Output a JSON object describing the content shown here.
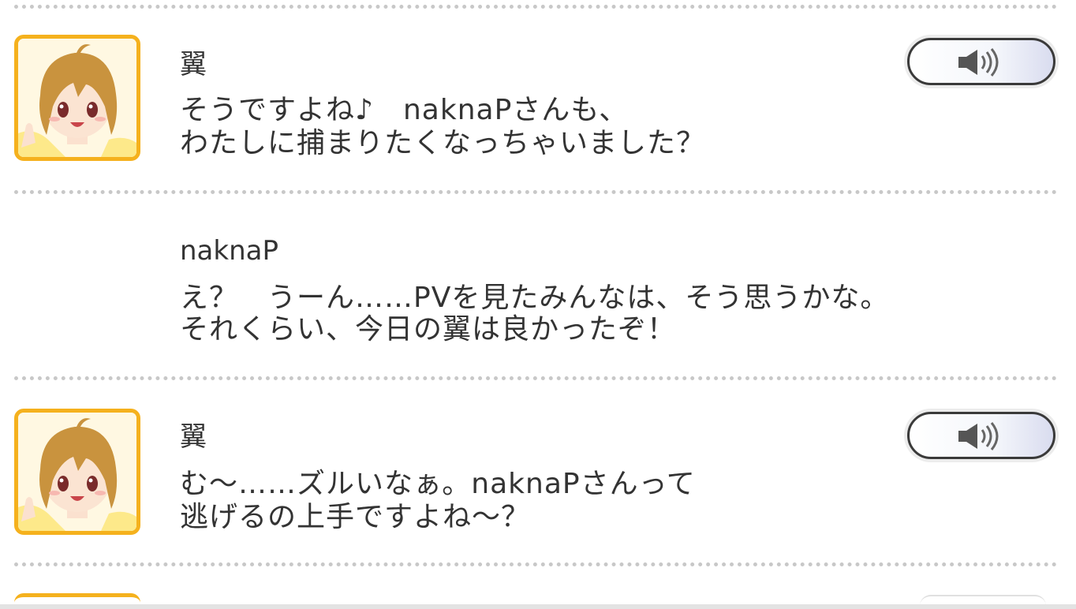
{
  "entries": [
    {
      "speaker": "翼",
      "has_avatar": true,
      "has_voice": true,
      "lines": [
        "そうですよね♪　naknaPさんも、",
        "わたしに捕まりたくなっちゃいました？"
      ]
    },
    {
      "speaker": "naknaP",
      "has_avatar": false,
      "has_voice": false,
      "lines": [
        "え？　うーん……PVを見たみんなは、そう思うかな。",
        "それくらい、今日の翼は良かったぞ！"
      ]
    },
    {
      "speaker": "翼",
      "has_avatar": true,
      "has_voice": true,
      "lines": [
        "む〜……ズルいなぁ。naknaPさんって",
        "逃げるの上手ですよね〜？"
      ]
    }
  ],
  "icons": {
    "voice": "speaker-volume-icon",
    "avatar": "character-portrait"
  },
  "colors": {
    "avatar_border": "#f5b11d",
    "divider": "#c8c8c8",
    "text": "#333333",
    "voice_border": "#3a3a3a",
    "voice_fill_end": "#d9dcef"
  }
}
